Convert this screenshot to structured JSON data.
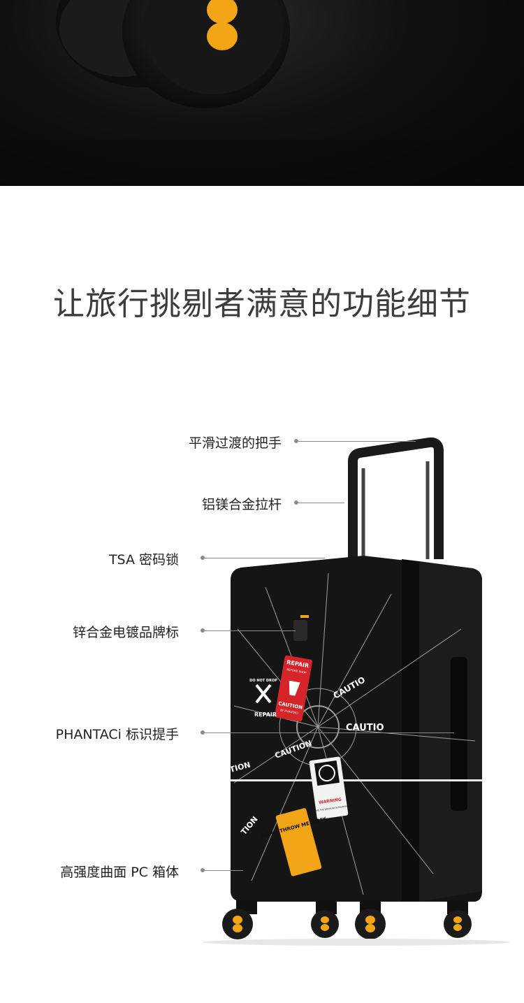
{
  "headline": "让旅行挑剔者满意的功能细节",
  "features": [
    {
      "id": "handle",
      "label": "平滑过渡的把手"
    },
    {
      "id": "rod",
      "label": "铝镁合金拉杆"
    },
    {
      "id": "lock",
      "label": "TSA 密码锁"
    },
    {
      "id": "badge",
      "label": "锌合金电镀品牌标"
    },
    {
      "id": "side-handle",
      "label": "PHANTACi 标识提手"
    },
    {
      "id": "shell",
      "label": "高强度曲面 PC 箱体"
    }
  ],
  "stickers": {
    "repair_red": "REPAIR",
    "before_shop": "BEFORE SHOP",
    "caution_red": "CAUTION",
    "by_phantaci": "BY PHANTACI",
    "do_not_drop": "DO NOT DROP",
    "repair_white": "REPAIR",
    "warning": "WARNING",
    "save_earth": "SAVE THE EARTH WITH PHANTACI",
    "dont_throw": "DON'T THROW ME AWAY.",
    "caution_tape_1": "CAUTIO",
    "caution_tape_2": "CAUTIO",
    "caution_tape_3": "CAUTION",
    "tion_1": "TION",
    "tion_2": "TION"
  },
  "colors": {
    "accent_orange": "#f2a516",
    "sticker_red": "#d5252b",
    "shell_black": "#141414",
    "leader_gray": "#8a8a8a"
  }
}
